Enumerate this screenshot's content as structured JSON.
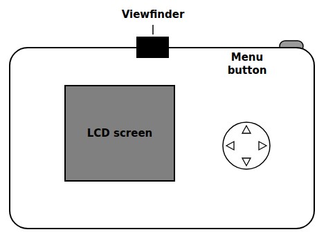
{
  "diagram": {
    "nodes": [
      {
        "text": [
          "LCD screen"
        ]
      }
    ],
    "labels": [
      "Viewfinder",
      "Menu button"
    ]
  }
}
